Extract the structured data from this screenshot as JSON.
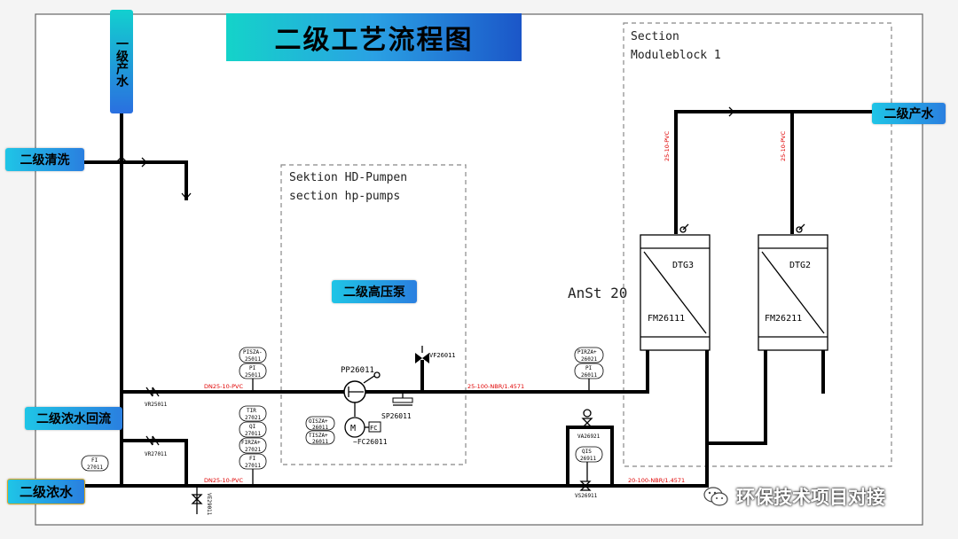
{
  "title": "二级工艺流程图",
  "tags": {
    "primary_product": "一级产水",
    "secondary_cleaning": "二级清洗",
    "secondary_conc_return": "二级浓水回流",
    "secondary_conc": "二级浓水",
    "hp_pump": "二级高压泵",
    "secondary_product": "二级产水"
  },
  "sections": {
    "hp_pumps_line1": "Sektion HD-Pumpen",
    "hp_pumps_line2": "section hp-pumps",
    "module_line1": "Section",
    "module_line2": "Moduleblock 1",
    "anst": "AnSt 20"
  },
  "pipe_labels": {
    "main_in": "DN25-10-PVC",
    "main_out": "25-100-NBR/1.4571",
    "conc_in": "DN25-10-PVC",
    "conc_out": "20-100-NBR/1.4571",
    "product_left": "25-10-PVC",
    "product_right": "25-10-PVC"
  },
  "equipment": {
    "pump": "PP26011",
    "motor": "M",
    "fc": "FC",
    "fc_tag": "~FC26011",
    "vf": "VF26011",
    "sp": "SP26011",
    "vr1": "VR25011",
    "vr2": "VR27011",
    "vs": "VS26911",
    "va": "VA26921",
    "drain": "VE29011",
    "module1_name": "DTG3",
    "module1_tag": "FM26111",
    "module2_name": "DTG2",
    "module2_tag": "FM26211"
  },
  "instruments": {
    "pisza_top": "PISZA-",
    "pisza_num": "25011",
    "pi_label": "PI",
    "pi_num": "25011",
    "pirza_top": "PIRZA+",
    "pirza_num": "26021",
    "pi2_label": "PI",
    "pi2_num": "26011",
    "tir_top": "TIR",
    "tir_num": "27021",
    "qi_top": "QI",
    "qi_num": "27011",
    "firza_top": "FIRZA+",
    "firza_num": "27021",
    "fi_top": "FI",
    "fi_num": "27011",
    "fi_left_top": "FI",
    "fi_left_num": "27011",
    "oisza_top": "OISZA+",
    "oisza_num": "26011",
    "tisza_top": "TISZA+",
    "tisza_num": "26011",
    "vs_inst_top": "QIS",
    "vs_inst_num": "26911"
  },
  "watermark": "环保技术项目对接"
}
